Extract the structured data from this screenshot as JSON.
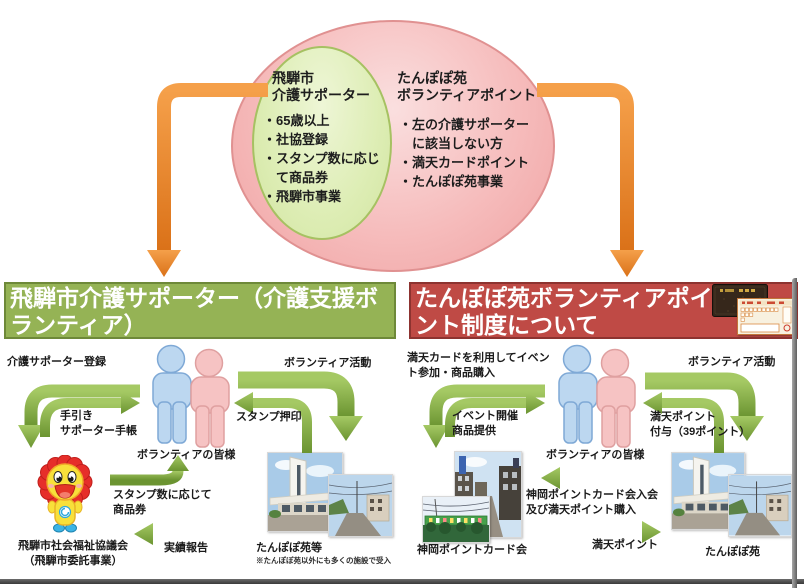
{
  "venn": {
    "left": {
      "title1": "飛騨市",
      "title2": "介護サポーター",
      "items": [
        "・65歳以上",
        "・社協登録",
        "・スタンプ数に応じ",
        "　て商品券",
        "・飛騨市事業"
      ]
    },
    "right": {
      "title1": "たんぽぽ苑",
      "title2": "ボランティアポイント",
      "items": [
        "・左の介護サポーター",
        "　に該当しない方",
        "・満天カードポイント",
        "・たんぽぽ苑事業"
      ]
    }
  },
  "left_section": {
    "header": "飛騨市介護サポーター（介護支援ボランティア）",
    "registration": "介護サポーター登録",
    "guide1": "手引き",
    "guide2": "サポーター手帳",
    "volunteers": "ボランティアの皆様",
    "activity": "ボランティア活動",
    "stamp": "スタンプ押印",
    "voucher1": "スタンプ数に応じて",
    "voucher2": "商品券",
    "report": "実績報告",
    "council1": "飛騨市社会福祉協議会",
    "council2": "（飛騨市委託事業）",
    "facility": "たんぽぽ苑等",
    "facility_note": "※たんぽぽ苑以外にも多くの施設で受入"
  },
  "right_section": {
    "header": "たんぽぽ苑ボランティアポイント制度について",
    "card_use1": "満天カードを利用してイベン",
    "card_use2": "ト参加・商品購入",
    "event1": "イベント開催",
    "event2": "商品提供",
    "volunteers": "ボランティアの皆様",
    "activity": "ボランティア活動",
    "points1": "満天ポイント",
    "points2": "付与（39ポイント）",
    "join1": "神岡ポイントカード会入会",
    "join2": "及び満天ポイント購入",
    "manten": "満天ポイント",
    "kamioka": "神岡ポイントカード会",
    "tanpopo": "たんぽぽ苑"
  },
  "colors": {
    "orange_arrow": "#e8872c",
    "green_arrow": "#7ca13c",
    "header_green_bg": "#95b355",
    "header_green_border": "#6e8939",
    "header_red_bg": "#bf4a45",
    "header_red_border": "#8d3330",
    "venn_pink": "#f6bcbc",
    "venn_green": "#ddedb4",
    "person_blue": "#bcd7f0",
    "person_pink": "#f6c3c3"
  },
  "icons": {
    "mascot": "sunflower-mascot-icon",
    "people": "volunteers-people-icon",
    "manten_card": "manten-card-image",
    "stamp_card": "stamp-card-image"
  }
}
